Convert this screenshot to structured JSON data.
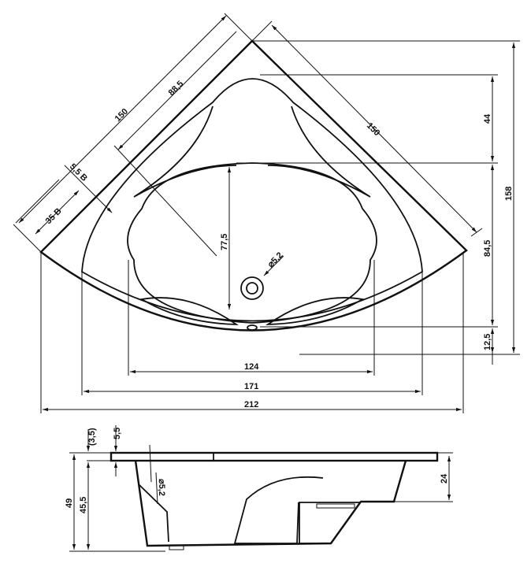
{
  "top_view": {
    "dim_left_side": "150",
    "dim_inner_diag": "88,5",
    "dim_right_side": "150",
    "dim_rim_b": "5,5 B",
    "dim_front_b": "35 B",
    "dim_basin_depth": "77,5",
    "dim_drain": "⌀5,2",
    "dim_44": "44",
    "dim_158": "158",
    "dim_84_5": "84,5",
    "dim_12_5": "12,5",
    "dim_124": "124",
    "dim_171": "171",
    "dim_212": "212"
  },
  "side_view": {
    "dim_3_5": "(3,5)",
    "dim_5_5": "5,5",
    "dim_49": "49",
    "dim_45_5": "45,5",
    "dim_drain": "⌀5,2",
    "dim_24": "24"
  }
}
